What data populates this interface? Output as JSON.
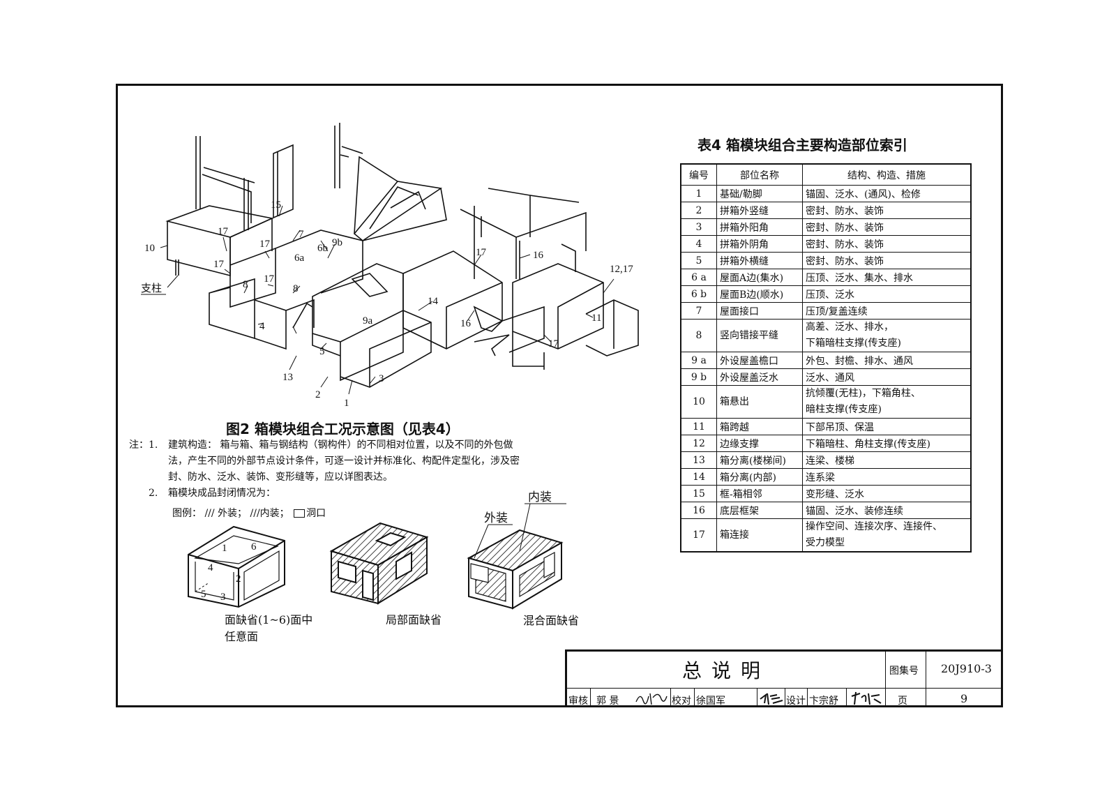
{
  "figure2": {
    "caption": "图2   箱模块组合工况示意图（见表4）",
    "labels": {
      "l1": "1",
      "l2": "2",
      "l3": "3",
      "l4": "4",
      "l5": "5",
      "l6a": "6a",
      "l6b": "6b",
      "l7": "7",
      "l8a": "8",
      "l8b": "8",
      "l9a": "9a",
      "l9b": "9b",
      "l10": "10",
      "l11": "11",
      "l1217": "12,17",
      "l13": "13",
      "l14": "14",
      "l15": "15",
      "l16a": "16",
      "l16b": "16",
      "l17a": "17",
      "l17b": "17",
      "l17c": "17",
      "l17d": "17",
      "l17e": "17",
      "l17f": "17",
      "column": "支柱"
    }
  },
  "notes": {
    "prefix": "注：",
    "n1_num": "1.",
    "n1_lines": [
      "建筑构造：   箱与箱、箱与钢结构（钢构件）的不同相对位置，以及不同的外包做",
      "法，产生不同的外部节点设计条件，可逐一设计并标准化、构配件定型化，涉及密",
      "封、防水、泛水、装饰、变形缝等，应以详图表达。"
    ],
    "n2_num": "2.",
    "n2_text": "箱模块成品封闭情况为：",
    "legend": {
      "prefix": "图例：",
      "outer": "/// 外装；",
      "inner": "///内装；",
      "hole": "洞口"
    }
  },
  "small_figs": {
    "f1_caption_line1": "面缺省(1~6)面中",
    "f1_caption_line2": "任意面",
    "f1_faces": [
      "1",
      "2",
      "3",
      "4",
      "5",
      "6"
    ],
    "f2_caption": "局部面缺省",
    "f3_caption": "混合面缺省",
    "f3_outer": "外装",
    "f3_inner": "内装"
  },
  "table4": {
    "title": "表4   箱模块组合主要构造部位索引",
    "headers": [
      "编号",
      "部位名称",
      "结构、构造、措施"
    ],
    "rows": [
      {
        "no": "1",
        "name": "基础/勒脚",
        "measures": "锚固、泛水、(通风)、检修"
      },
      {
        "no": "2",
        "name": "拼箱外竖缝",
        "measures": "密封、防水、装饰"
      },
      {
        "no": "3",
        "name": "拼箱外阳角",
        "measures": "密封、防水、装饰"
      },
      {
        "no": "4",
        "name": "拼箱外阴角",
        "measures": "密封、防水、装饰"
      },
      {
        "no": "5",
        "name": "拼箱外横缝",
        "measures": "密封、防水、装饰"
      },
      {
        "no": "6 a",
        "name": "屋面A边(集水)",
        "measures": "压顶、泛水、集水、排水"
      },
      {
        "no": "6 b",
        "name": "屋面B边(顺水)",
        "measures": "压顶、泛水"
      },
      {
        "no": "7",
        "name": "屋面接口",
        "measures": "压顶/复盖连续"
      },
      {
        "no": "8",
        "name": "竖向错接平缝",
        "measures": "高差、泛水、排水，",
        "measures2": "下箱暗柱支撑(传支座)"
      },
      {
        "no": "9 a",
        "name": "外设屋盖檐口",
        "measures": "外包、封檐、排水、通风"
      },
      {
        "no": "9 b",
        "name": "外设屋盖泛水",
        "measures": "泛水、通风"
      },
      {
        "no": "10",
        "name": "箱悬出",
        "measures": "抗倾覆(无柱)，下箱角柱、",
        "measures2": "暗柱支撑(传支座)"
      },
      {
        "no": "11",
        "name": "箱跨越",
        "measures": "下部吊顶、保温"
      },
      {
        "no": "12",
        "name": "边缘支撑",
        "measures": "下箱暗柱、角柱支撑(传支座)"
      },
      {
        "no": "13",
        "name": "箱分离(楼梯间)",
        "measures": "连梁、楼梯"
      },
      {
        "no": "14",
        "name": "箱分离(内部)",
        "measures": "连系梁"
      },
      {
        "no": "15",
        "name": "框-箱相邻",
        "measures": "变形缝、泛水"
      },
      {
        "no": "16",
        "name": "底层框架",
        "measures": "锚固、泛水、装修连续"
      },
      {
        "no": "17",
        "name": "箱连接",
        "measures": "操作空间、连接次序、连接件、",
        "measures2": "受力模型"
      }
    ]
  },
  "title_block": {
    "title": "总说明",
    "atlas_label": "图集号",
    "atlas_no": "20J910-3",
    "review_label": "审核",
    "reviewer": "郭 景",
    "check_label": "校对",
    "checker": "徐国军",
    "design_label": "设计",
    "designer": "卞宗舒",
    "page_label": "页",
    "page_no": "9"
  }
}
